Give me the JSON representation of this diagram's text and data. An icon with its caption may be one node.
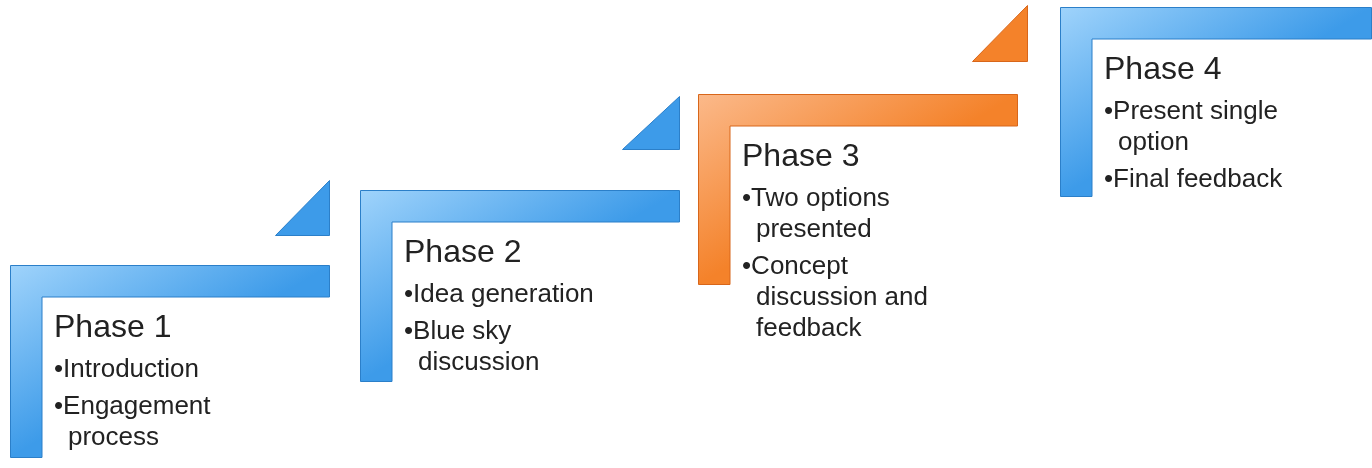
{
  "diagram": {
    "nodes": [
      {
        "text": [
          "Phase 1",
          "•Introduction",
          "•Engagement process"
        ]
      },
      {
        "text": [
          "Phase 2",
          "•Idea generation",
          "•Blue sky discussion"
        ]
      },
      {
        "text": [
          "Phase 3",
          "•Two options presented",
          "•Concept discussion and feedback"
        ]
      },
      {
        "text": [
          "Phase 4",
          "•Present single option",
          "•Final feedback"
        ]
      }
    ]
  }
}
